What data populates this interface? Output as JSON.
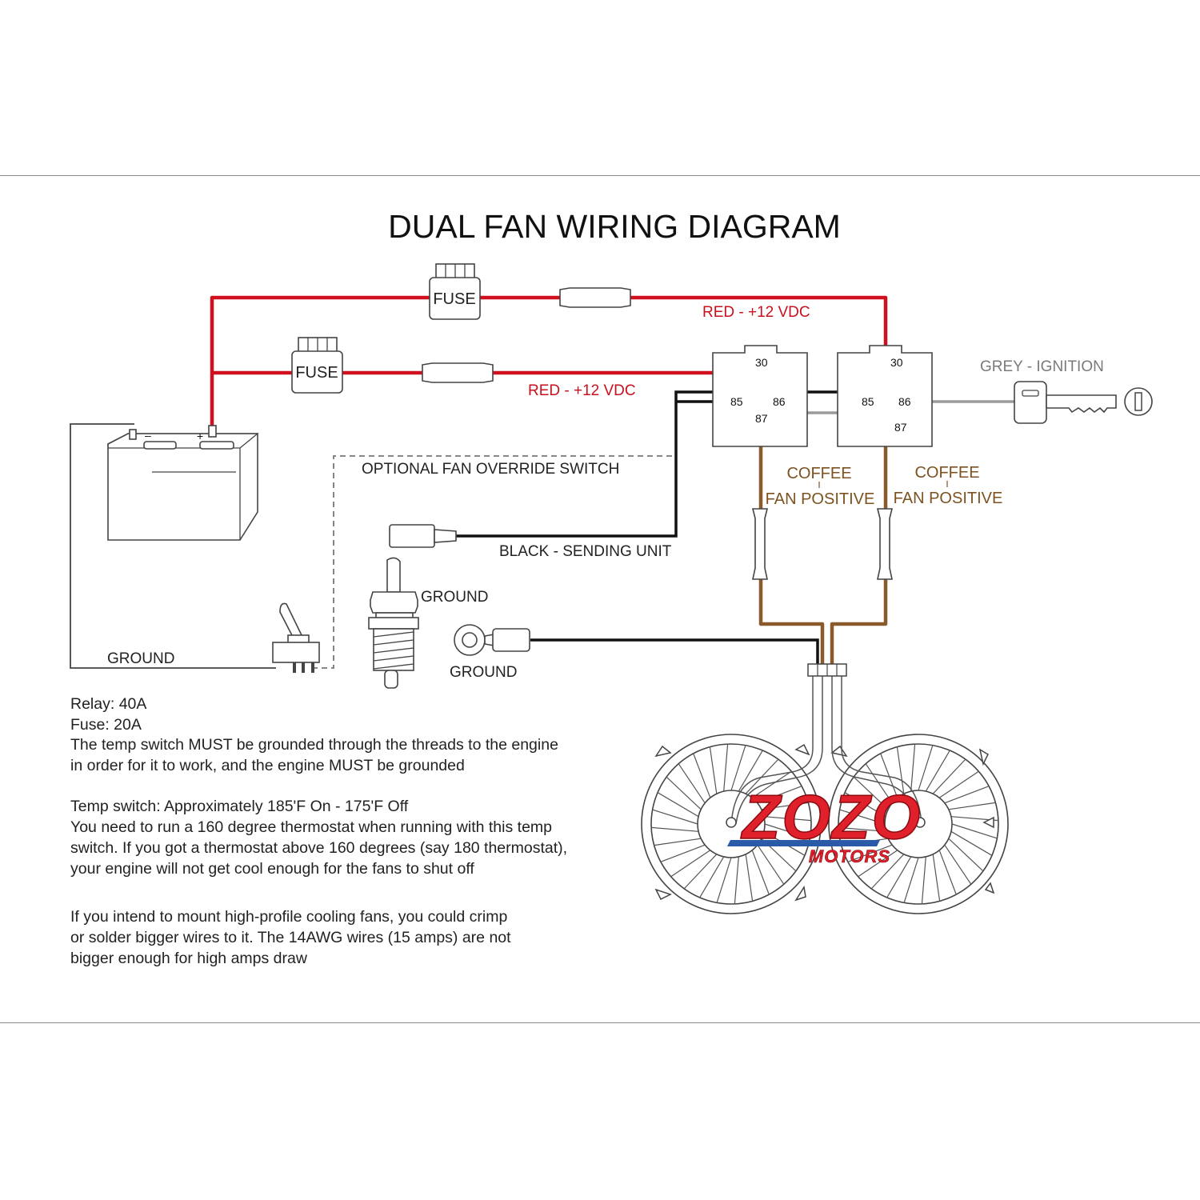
{
  "title": "DUAL FAN WIRING DIAGRAM",
  "wire_labels": {
    "red_top": "RED - +12 VDC",
    "red_bottom": "RED - +12 VDC",
    "grey": "GREY -  IGNITION",
    "black": "BLACK - SENDING UNIT",
    "override": "OPTIONAL FAN OVERRIDE SWITCH",
    "coffee_left_1": "COFFEE",
    "coffee_left_2": "FAN POSITIVE",
    "coffee_right_1": "COFFEE",
    "coffee_right_2": "FAN POSITIVE",
    "ground_battery": "GROUND",
    "ground_sensor": "GROUND",
    "ground_ring": "GROUND"
  },
  "fuses": {
    "top": "FUSE",
    "bottom": "FUSE"
  },
  "battery": {
    "neg": "–",
    "pos": "+"
  },
  "relay_pins": {
    "left": {
      "p30": "30",
      "p85": "85",
      "p86": "86",
      "p87": "87"
    },
    "right": {
      "p30": "30",
      "p85": "85",
      "p86": "86",
      "p87": "87"
    }
  },
  "notes": {
    "relay": "Relay: 40A",
    "fuse": "Fuse: 20A",
    "temp_ground_1": "The temp switch MUST be grounded through the threads to the engine",
    "temp_ground_2": "in order for it to work, and the engine MUST be grounded",
    "temp_switch": "Temp switch: Approximately 185'F On - 175'F Off",
    "thermo_1": "You need to run a 160 degree thermostat when running with this temp",
    "thermo_2": "switch. If you got a thermostat above 160 degrees (say 180 thermostat),",
    "thermo_3": "your engine will not get cool enough for the fans to shut off",
    "wires_1": "If you intend to mount high-profile cooling fans, you could crimp",
    "wires_2": "or solder bigger wires to it. The 14AWG wires (15 amps) are not",
    "wires_3": "bigger enough for high amps draw"
  },
  "logo": {
    "brand": "ZOZO",
    "sub": "MOTORS"
  },
  "colors": {
    "red_wire": "#d0101e",
    "black_wire": "#111111",
    "grey_wire": "#9a9a9a",
    "coffee_wire": "#8b5a2b",
    "logo_red": "#e0202a",
    "logo_blue": "#2a5aa8"
  }
}
